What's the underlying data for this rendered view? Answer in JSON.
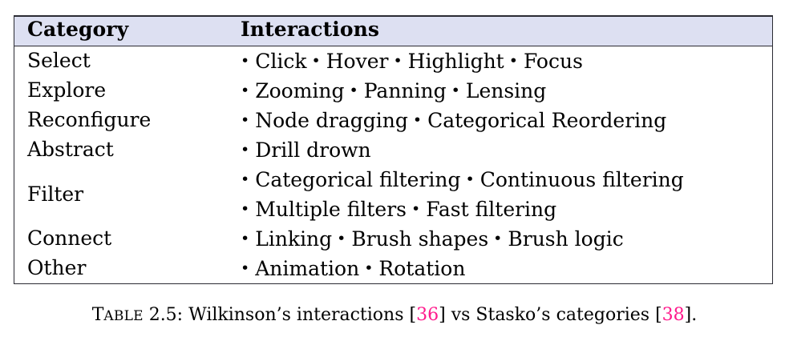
{
  "table": {
    "header": {
      "category": "Category",
      "interactions": "Interactions"
    },
    "header_bg": "#DDE0F2",
    "rule_color": "#2B2B33",
    "bullet_glyph": "•",
    "rows": [
      {
        "category": "Select",
        "lines": [
          [
            "Click",
            "Hover",
            "Highlight",
            "Focus"
          ]
        ]
      },
      {
        "category": "Explore",
        "lines": [
          [
            "Zooming",
            "Panning",
            "Lensing"
          ]
        ]
      },
      {
        "category": "Reconfigure",
        "lines": [
          [
            "Node dragging",
            "Categorical Reordering"
          ]
        ]
      },
      {
        "category": "Abstract",
        "lines": [
          [
            "Drill drown"
          ]
        ]
      },
      {
        "category": "Filter",
        "lines": [
          [
            "Categorical filtering",
            "Continuous filtering"
          ],
          [
            "Multiple filters",
            "Fast filtering"
          ]
        ]
      },
      {
        "category": "Connect",
        "lines": [
          [
            "Linking",
            "Brush shapes",
            "Brush logic"
          ]
        ]
      },
      {
        "category": "Other",
        "lines": [
          [
            "Animation",
            "Rotation"
          ]
        ]
      }
    ]
  },
  "caption": {
    "label_lead": "T",
    "label_rest": "ABLE",
    "number": " 2.5: ",
    "text_part1": "Wilkinson’s interactions ",
    "cite1_open": "[",
    "cite1_num": "36",
    "cite1_close": "]",
    "text_part2": " vs Stasko’s categories ",
    "cite2_open": "[",
    "cite2_num": "38",
    "cite2_close": "]",
    "text_end": ".",
    "cite_color": "#FF1A8C"
  }
}
